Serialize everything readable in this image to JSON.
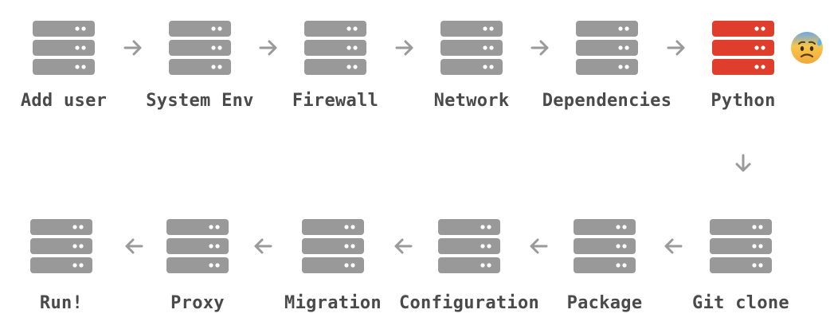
{
  "diagram": {
    "normal_color": "#999999",
    "highlight_color": "#e03e2d",
    "arrow_color": "#9a9a9a",
    "row1": [
      {
        "label": "Add user",
        "highlight": false
      },
      {
        "label": "System Env",
        "highlight": false
      },
      {
        "label": "Firewall",
        "highlight": false
      },
      {
        "label": "Network",
        "highlight": false
      },
      {
        "label": "Dependencies",
        "highlight": false
      },
      {
        "label": "Python",
        "highlight": true
      }
    ],
    "row2": [
      {
        "label": "Run!",
        "highlight": false
      },
      {
        "label": "Proxy",
        "highlight": false
      },
      {
        "label": "Migration",
        "highlight": false
      },
      {
        "label": "Configuration",
        "highlight": false
      },
      {
        "label": "Package",
        "highlight": false
      },
      {
        "label": "Git clone",
        "highlight": false
      }
    ],
    "status_icon": "anxious-face-with-sweat-icon"
  }
}
